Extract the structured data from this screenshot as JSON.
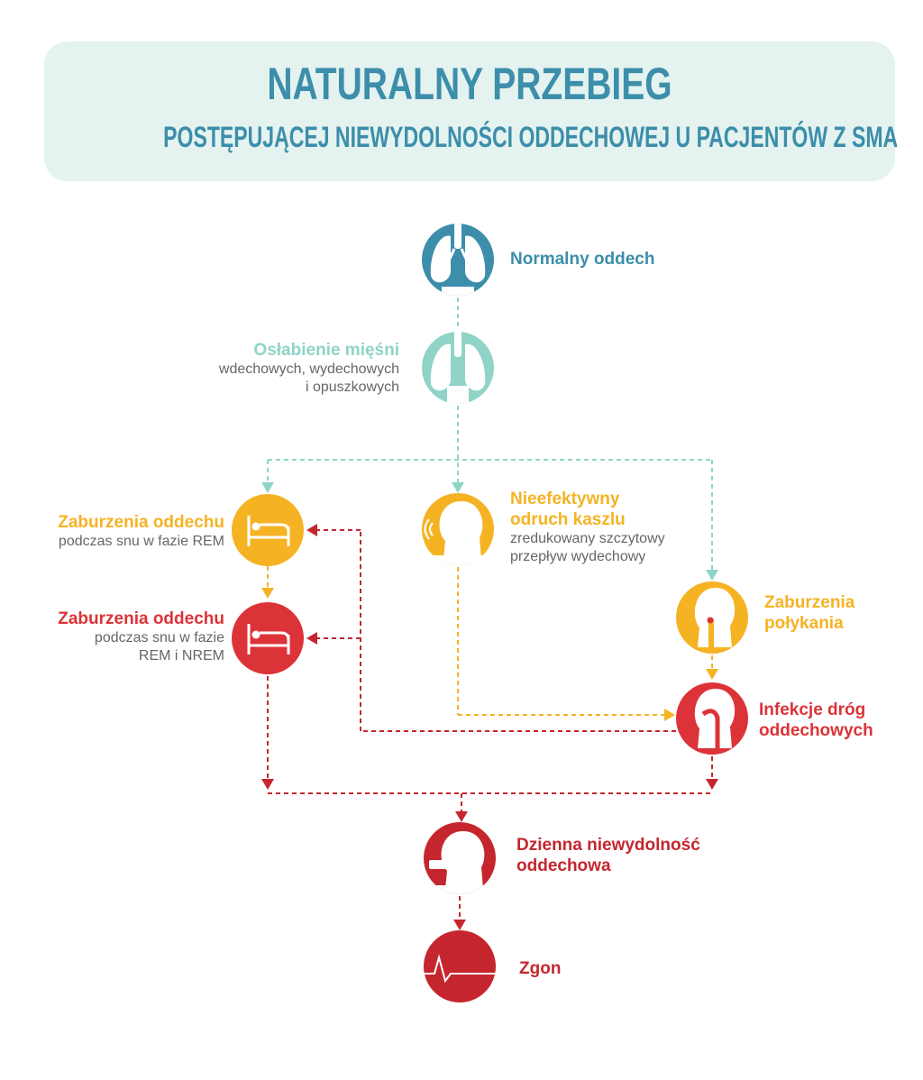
{
  "header": {
    "title": "NATURALNY PRZEBIEG",
    "subtitle": "POSTĘPUJĄCEJ NIEWYDOLNOŚCI ODDECHOWEJ U PACJENTÓW Z SMA"
  },
  "colors": {
    "blue": "#3c8eab",
    "teal": "#8fd4c6",
    "orange": "#f5b324",
    "red": "#dc3338",
    "dark_red": "#c5262e",
    "header_bg": "#e4f3ef"
  },
  "nodes": {
    "normal": {
      "title": "Normalny oddech",
      "icon": "lungs-icon"
    },
    "weakness": {
      "title": "Osłabienie mięśni",
      "desc1": "wdechowych, wydechowych",
      "desc2": "i opuszkowych",
      "icon": "lungs-icon"
    },
    "sleep_rem": {
      "title": "Zaburzenia oddechu",
      "desc1": "podczas snu w fazie REM",
      "icon": "bed-icon"
    },
    "sleep_nrem": {
      "title": "Zaburzenia oddechu",
      "desc1": "podczas snu w fazie",
      "desc2": "REM i NREM",
      "icon": "bed-icon"
    },
    "cough": {
      "title1": "Nieefektywny",
      "title2": "odruch kaszlu",
      "desc1": "zredukowany szczytowy",
      "desc2": "przepływ wydechowy",
      "icon": "head-cough-icon"
    },
    "swallow": {
      "title1": "Zaburzenia",
      "title2": "połykania",
      "icon": "throat-icon"
    },
    "infection": {
      "title1": "Infekcje dróg",
      "title2": "oddechowych",
      "icon": "airway-icon"
    },
    "daytime": {
      "title1": "Dzienna niewydolność",
      "title2": "oddechowa",
      "icon": "ventilator-head-icon"
    },
    "death": {
      "title": "Zgon",
      "icon": "flatline-icon"
    }
  }
}
